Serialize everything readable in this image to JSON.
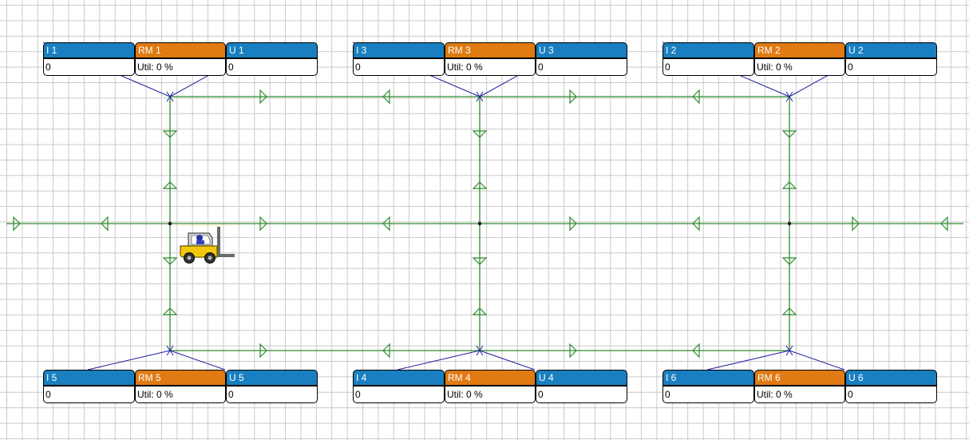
{
  "stations": [
    {
      "id": "s1",
      "input": {
        "label": "I 1",
        "value": "0"
      },
      "machine": {
        "label": "RM 1",
        "util": "Util: 0 %"
      },
      "output": {
        "label": "U 1",
        "value": "0"
      }
    },
    {
      "id": "s3",
      "input": {
        "label": "I 3",
        "value": "0"
      },
      "machine": {
        "label": "RM 3",
        "util": "Util: 0 %"
      },
      "output": {
        "label": "U 3",
        "value": "0"
      }
    },
    {
      "id": "s2",
      "input": {
        "label": "I 2",
        "value": "0"
      },
      "machine": {
        "label": "RM 2",
        "util": "Util: 0 %"
      },
      "output": {
        "label": "U 2",
        "value": "0"
      }
    },
    {
      "id": "s5",
      "input": {
        "label": "I 5",
        "value": "0"
      },
      "machine": {
        "label": "RM 5",
        "util": "Util: 0 %"
      },
      "output": {
        "label": "U 5",
        "value": "0"
      }
    },
    {
      "id": "s4",
      "input": {
        "label": "I 4",
        "value": "0"
      },
      "machine": {
        "label": "RM 4",
        "util": "Util: 0 %"
      },
      "output": {
        "label": "U 4",
        "value": "0"
      }
    },
    {
      "id": "s6",
      "input": {
        "label": "I 6",
        "value": "0"
      },
      "machine": {
        "label": "RM 6",
        "util": "Util: 0 %"
      },
      "output": {
        "label": "U 6",
        "value": "0"
      }
    }
  ],
  "colors": {
    "io_header": "#1a7fc0",
    "machine_header": "#e07a12",
    "path": "#2e8b2e",
    "link": "#1f1f9e",
    "grid": "#c9c9c9"
  },
  "vehicle": {
    "icon": "forklift-icon"
  }
}
